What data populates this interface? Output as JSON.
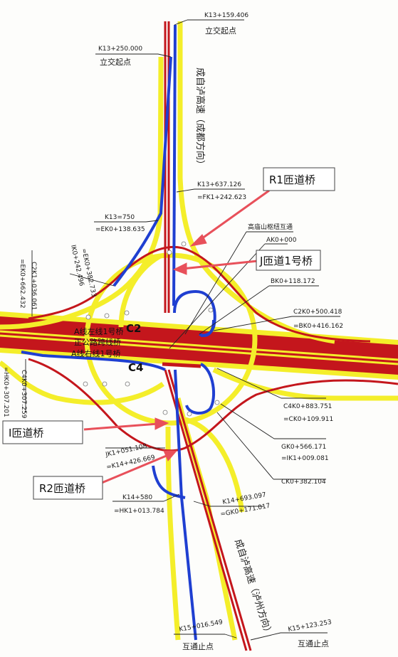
{
  "colors": {
    "blue": "#1f3fd1",
    "red": "#c4161c",
    "yellow": "#f4ee2a",
    "arrow": "#e8505a",
    "orange": "#ec5b22"
  },
  "top": {
    "k13_159": "K13+159.406",
    "k13_159_note": "立交起点",
    "k13_250": "K13+250.000",
    "k13_250_note": "立交起点"
  },
  "road": {
    "north": "成自泸高速（成都方向）",
    "south": "成自泸高速（泸州方向）"
  },
  "stations": {
    "k13_637": "K13+637.126",
    "fk1": "=FK1+242.623",
    "k13_750": "K13=750",
    "ek0_138": "=EK0+138.635",
    "hub": "高庙山枢纽互通",
    "ak0": "AK0+000",
    "bk0": "BK0+118.172",
    "ik0_242": "IK0+242.496",
    "ek0_382": "=EK0+382.733",
    "c2k1_036": "C2K1+036.061",
    "ek0_662": "=EK0+662.432",
    "c2k0_500": "C2K0+500.418",
    "bk0_416": "=BK0+416.162",
    "c4k0_307": "C4K0+307.259",
    "hk0_307": "=HK0+307.201",
    "c4k0_883": "C4K0+883.751",
    "ck0_109": "=CK0+109.911",
    "gk0_566": "GK0+566.171",
    "ik1_009": "=IK1+009.081",
    "ck0_382": "CK0+382.104",
    "jk1_051": "JK1+051.108",
    "k14_426": "=K14+426.669",
    "k14_580": "K14+580",
    "hk1_013": "=HK1+013.784",
    "k14_693": "K14+693.097",
    "gk0_171": "=GK0+171.017",
    "k15_016": "K15+016.549",
    "k15_016_note": "互通止点",
    "k15_123": "K15+123.253",
    "k15_123_note": "互通止点"
  },
  "nodes": {
    "c2": "C2",
    "c4": "C4"
  },
  "bridge_labels": {
    "line1": "A线左线1号桥",
    "line2": "正公路跨线桥",
    "line3": "A线右线1号桥"
  },
  "callouts": {
    "r1": "R1匝道桥",
    "j": "J匝道1号桥",
    "i": "I匝道桥",
    "r2": "R2匝道桥"
  }
}
